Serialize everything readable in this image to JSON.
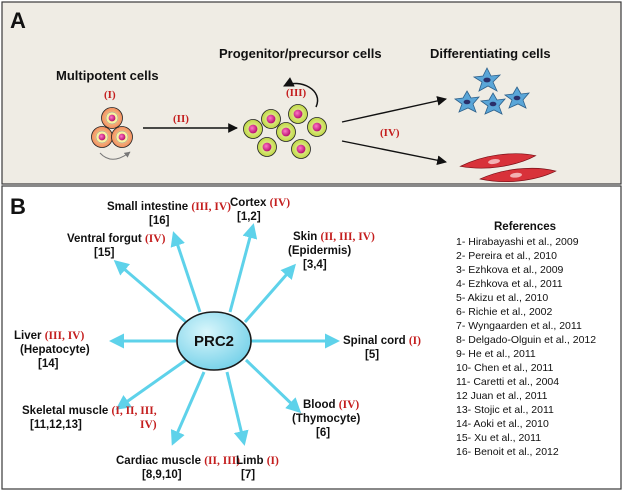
{
  "panel_a": {
    "letter": "A",
    "multipotent": {
      "label": "Multipotent cells",
      "stage": "(I)"
    },
    "transition": "(II)",
    "progenitor": {
      "label": "Progenitor/precursor cells",
      "stage": "(III)"
    },
    "differentiating": {
      "label": "Differentiating cells",
      "stage": "(IV)"
    }
  },
  "panel_b": {
    "letter": "B",
    "hub": "PRC2",
    "targets": [
      {
        "name": "Small intestine",
        "stages": "(III, IV)",
        "refs": "[16]"
      },
      {
        "name": "Cortex",
        "stages": "(IV)",
        "refs": "[1,2]"
      },
      {
        "name": "Skin",
        "stages": "(II, III, IV)",
        "sub": "(Epidermis)",
        "refs": "[3,4]"
      },
      {
        "name": "Ventral forgut",
        "stages": "(IV)",
        "refs": "[15]"
      },
      {
        "name": "Liver",
        "stages": "(III, IV)",
        "sub": "(Hepatocyte)",
        "refs": "[14]"
      },
      {
        "name": "Spinal cord",
        "stages": "(I)",
        "refs": "[5]"
      },
      {
        "name": "Skeletal muscle",
        "stages": "(I, II, III,",
        "stages2": "IV)",
        "refs": "[11,12,13]"
      },
      {
        "name": "Blood",
        "stages": "(IV)",
        "sub": "(Thymocyte)",
        "refs": "[6]"
      },
      {
        "name": "Cardiac muscle",
        "stages": "(II, III)",
        "refs": "[8,9,10]"
      },
      {
        "name": "Limb",
        "stages": "(I)",
        "refs": "[7]"
      }
    ],
    "references_title": "References",
    "references": [
      "1- Hirabayashi et al., 2009",
      "2- Pereira et al., 2010",
      "3- Ezhkova et al., 2009",
      "4- Ezhkova et al., 2011",
      "5- Akizu et al., 2010",
      "6- Richie et al., 2002",
      "7- Wyngaarden et al., 2011",
      "8- Delgado-Olguin et al., 2012",
      "9- He et al., 2011",
      "10- Chen et al., 2011",
      "11- Caretti et al., 2004",
      "12 Juan et al., 2011",
      "13- Stojic et al., 2011",
      "14- Aoki et al., 2010",
      "15- Xu et al., 2011",
      "16- Benoit et al., 2012"
    ]
  },
  "colors": {
    "panel_a_bg": "#efece4",
    "arrow": "#5ed2ea",
    "hub_fill": "#a9e6f3",
    "stage_text": "#c41e1e",
    "cell_outer": "#d8e858",
    "cell_inner": "#e0309a",
    "stem_cell": "#f7a87a",
    "star_cell": "#5aa6d8",
    "elongated_cell": "#d8323a"
  }
}
